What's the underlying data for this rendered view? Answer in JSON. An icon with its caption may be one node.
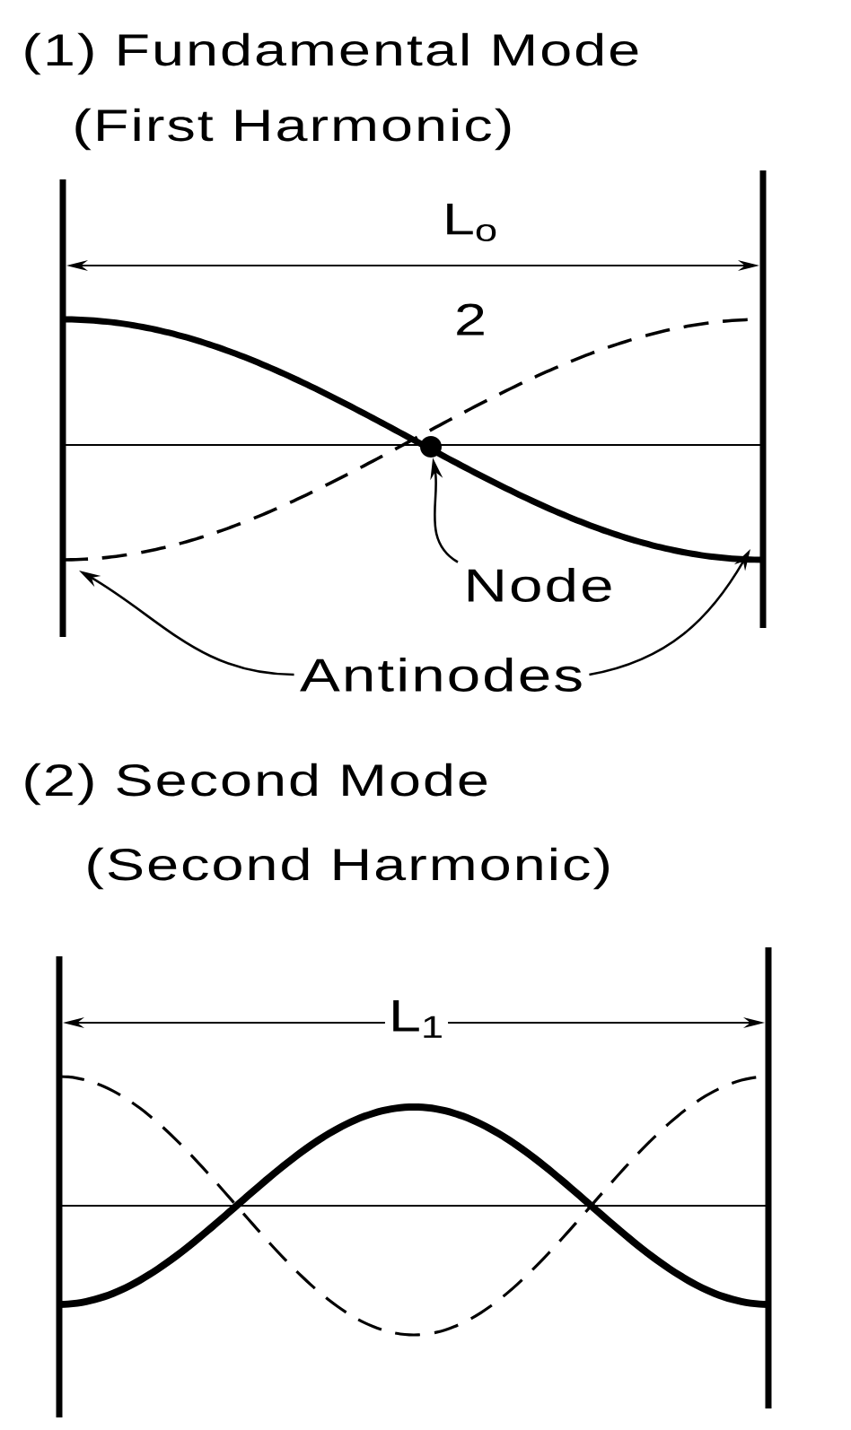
{
  "diagram": {
    "nodes": [
      {
        "text": [
          "Node"
        ]
      },
      {
        "text": [
          "Antinodes"
        ]
      },
      {
        "text": [],
        "shape": "circle"
      }
    ],
    "edges": [
      {
        "from": 0,
        "to": 2,
        "arrow": "to"
      },
      {
        "from": 1,
        "to": null,
        "arrow": "to"
      },
      {
        "from": 1,
        "to": null,
        "arrow": "to"
      }
    ],
    "labels": [
      "(1) Fundamental Mode",
      "(First Harmonic)",
      "L$_{o}$",
      "2",
      "(2) Second Mode",
      "(Second Harmonic)",
      "L$_{1}$"
    ]
  }
}
